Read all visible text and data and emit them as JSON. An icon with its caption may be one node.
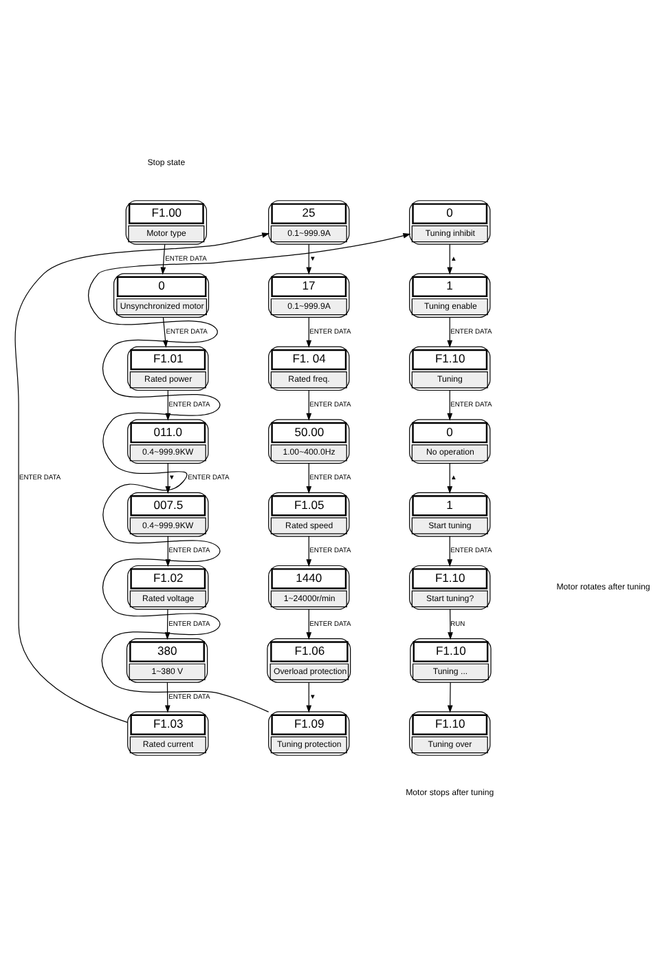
{
  "diagram": {
    "nodes": [
      {
        "text": [
          "F1.00",
          "Motor type"
        ]
      },
      {
        "text": [
          "0",
          "Unsynchronized motor"
        ]
      },
      {
        "text": [
          "F1.01",
          "Rated power"
        ]
      },
      {
        "text": [
          "011.0",
          "0.4~999.9KW"
        ]
      },
      {
        "text": [
          "007.5",
          "0.4~999.9KW"
        ]
      },
      {
        "text": [
          "F1.02",
          "Rated voltage"
        ]
      },
      {
        "text": [
          "380",
          "1~380 V"
        ]
      },
      {
        "text": [
          "F1.03",
          "Rated current"
        ]
      },
      {
        "text": [
          "25",
          "0.1~999.9A"
        ]
      },
      {
        "text": [
          "17",
          "0.1~999.9A"
        ]
      },
      {
        "text": [
          "F1. 04",
          "Rated freq."
        ]
      },
      {
        "text": [
          "50.00",
          "1.00~400.0Hz"
        ]
      },
      {
        "text": [
          "F1.05",
          "Rated speed"
        ]
      },
      {
        "text": [
          "1440",
          "1~24000r/min"
        ]
      },
      {
        "text": [
          "F1.06",
          "Overload protection"
        ]
      },
      {
        "text": [
          "F1.09",
          "Tuning protection"
        ]
      },
      {
        "text": [
          "0",
          "Tuning inhibit"
        ]
      },
      {
        "text": [
          "1",
          "Tuning enable"
        ]
      },
      {
        "text": [
          "F1.10",
          "Tuning"
        ]
      },
      {
        "text": [
          "0",
          "No operation"
        ]
      },
      {
        "text": [
          "1",
          "Start tuning"
        ]
      },
      {
        "text": [
          "F1.10",
          "Start tuning?"
        ]
      },
      {
        "text": [
          "F1.10",
          "Tuning ..."
        ]
      },
      {
        "text": [
          "F1.10",
          "Tuning over"
        ],
        "beside": [
          "Motor stops after tuning"
        ]
      }
    ],
    "edges": [
      {
        "from": 0,
        "to": 1,
        "arrow": "to",
        "label": "ENTER DATA"
      },
      {
        "from": 1,
        "to": 2,
        "arrow": "to",
        "label": "ENTER DATA"
      },
      {
        "from": 2,
        "to": 3,
        "arrow": "to",
        "label": "ENTER DATA"
      },
      {
        "from": 3,
        "to": 4,
        "arrow": "to",
        "label": "▼"
      },
      {
        "from": 4,
        "to": 5,
        "arrow": "to",
        "label": "ENTER DATA"
      },
      {
        "from": 5,
        "to": 6,
        "arrow": "to",
        "label": "ENTER DATA"
      },
      {
        "from": 6,
        "to": 7,
        "arrow": "to",
        "label": "ENTER DATA"
      },
      {
        "from": 7,
        "to": 8,
        "arrow": "to",
        "label": "ENTER DATA"
      },
      {
        "from": 8,
        "to": 9,
        "arrow": "to",
        "label": "▼"
      },
      {
        "from": 9,
        "to": 10,
        "arrow": "to",
        "label": "ENTER DATA"
      },
      {
        "from": 10,
        "to": 11,
        "arrow": "to",
        "label": "ENTER DATA"
      },
      {
        "from": 11,
        "to": 12,
        "arrow": "to",
        "label": "ENTER DATA"
      },
      {
        "from": 12,
        "to": 13,
        "arrow": "to",
        "label": "ENTER DATA"
      },
      {
        "from": 13,
        "to": 14,
        "arrow": "to",
        "label": "ENTER DATA"
      },
      {
        "from": 14,
        "to": 15,
        "arrow": "to",
        "label": "▼"
      },
      {
        "from": 15,
        "to": 16,
        "arrow": "to",
        "label": "ENTER DATA"
      },
      {
        "from": 16,
        "to": 17,
        "arrow": "to",
        "label": "▲"
      },
      {
        "from": 17,
        "to": 18,
        "arrow": "to",
        "label": "ENTER DATA"
      },
      {
        "from": 18,
        "to": 19,
        "arrow": "to",
        "label": "ENTER DATA"
      },
      {
        "from": 19,
        "to": 20,
        "arrow": "to",
        "label": "▲"
      },
      {
        "from": 20,
        "to": 21,
        "arrow": "to",
        "label": "ENTER DATA"
      },
      {
        "from": 21,
        "to": 22,
        "arrow": "to",
        "label": "RUN"
      },
      {
        "from": 22,
        "to": 23,
        "arrow": "to"
      }
    ],
    "labels": [
      "Stop state",
      "Motor rotates after tuning"
    ]
  }
}
